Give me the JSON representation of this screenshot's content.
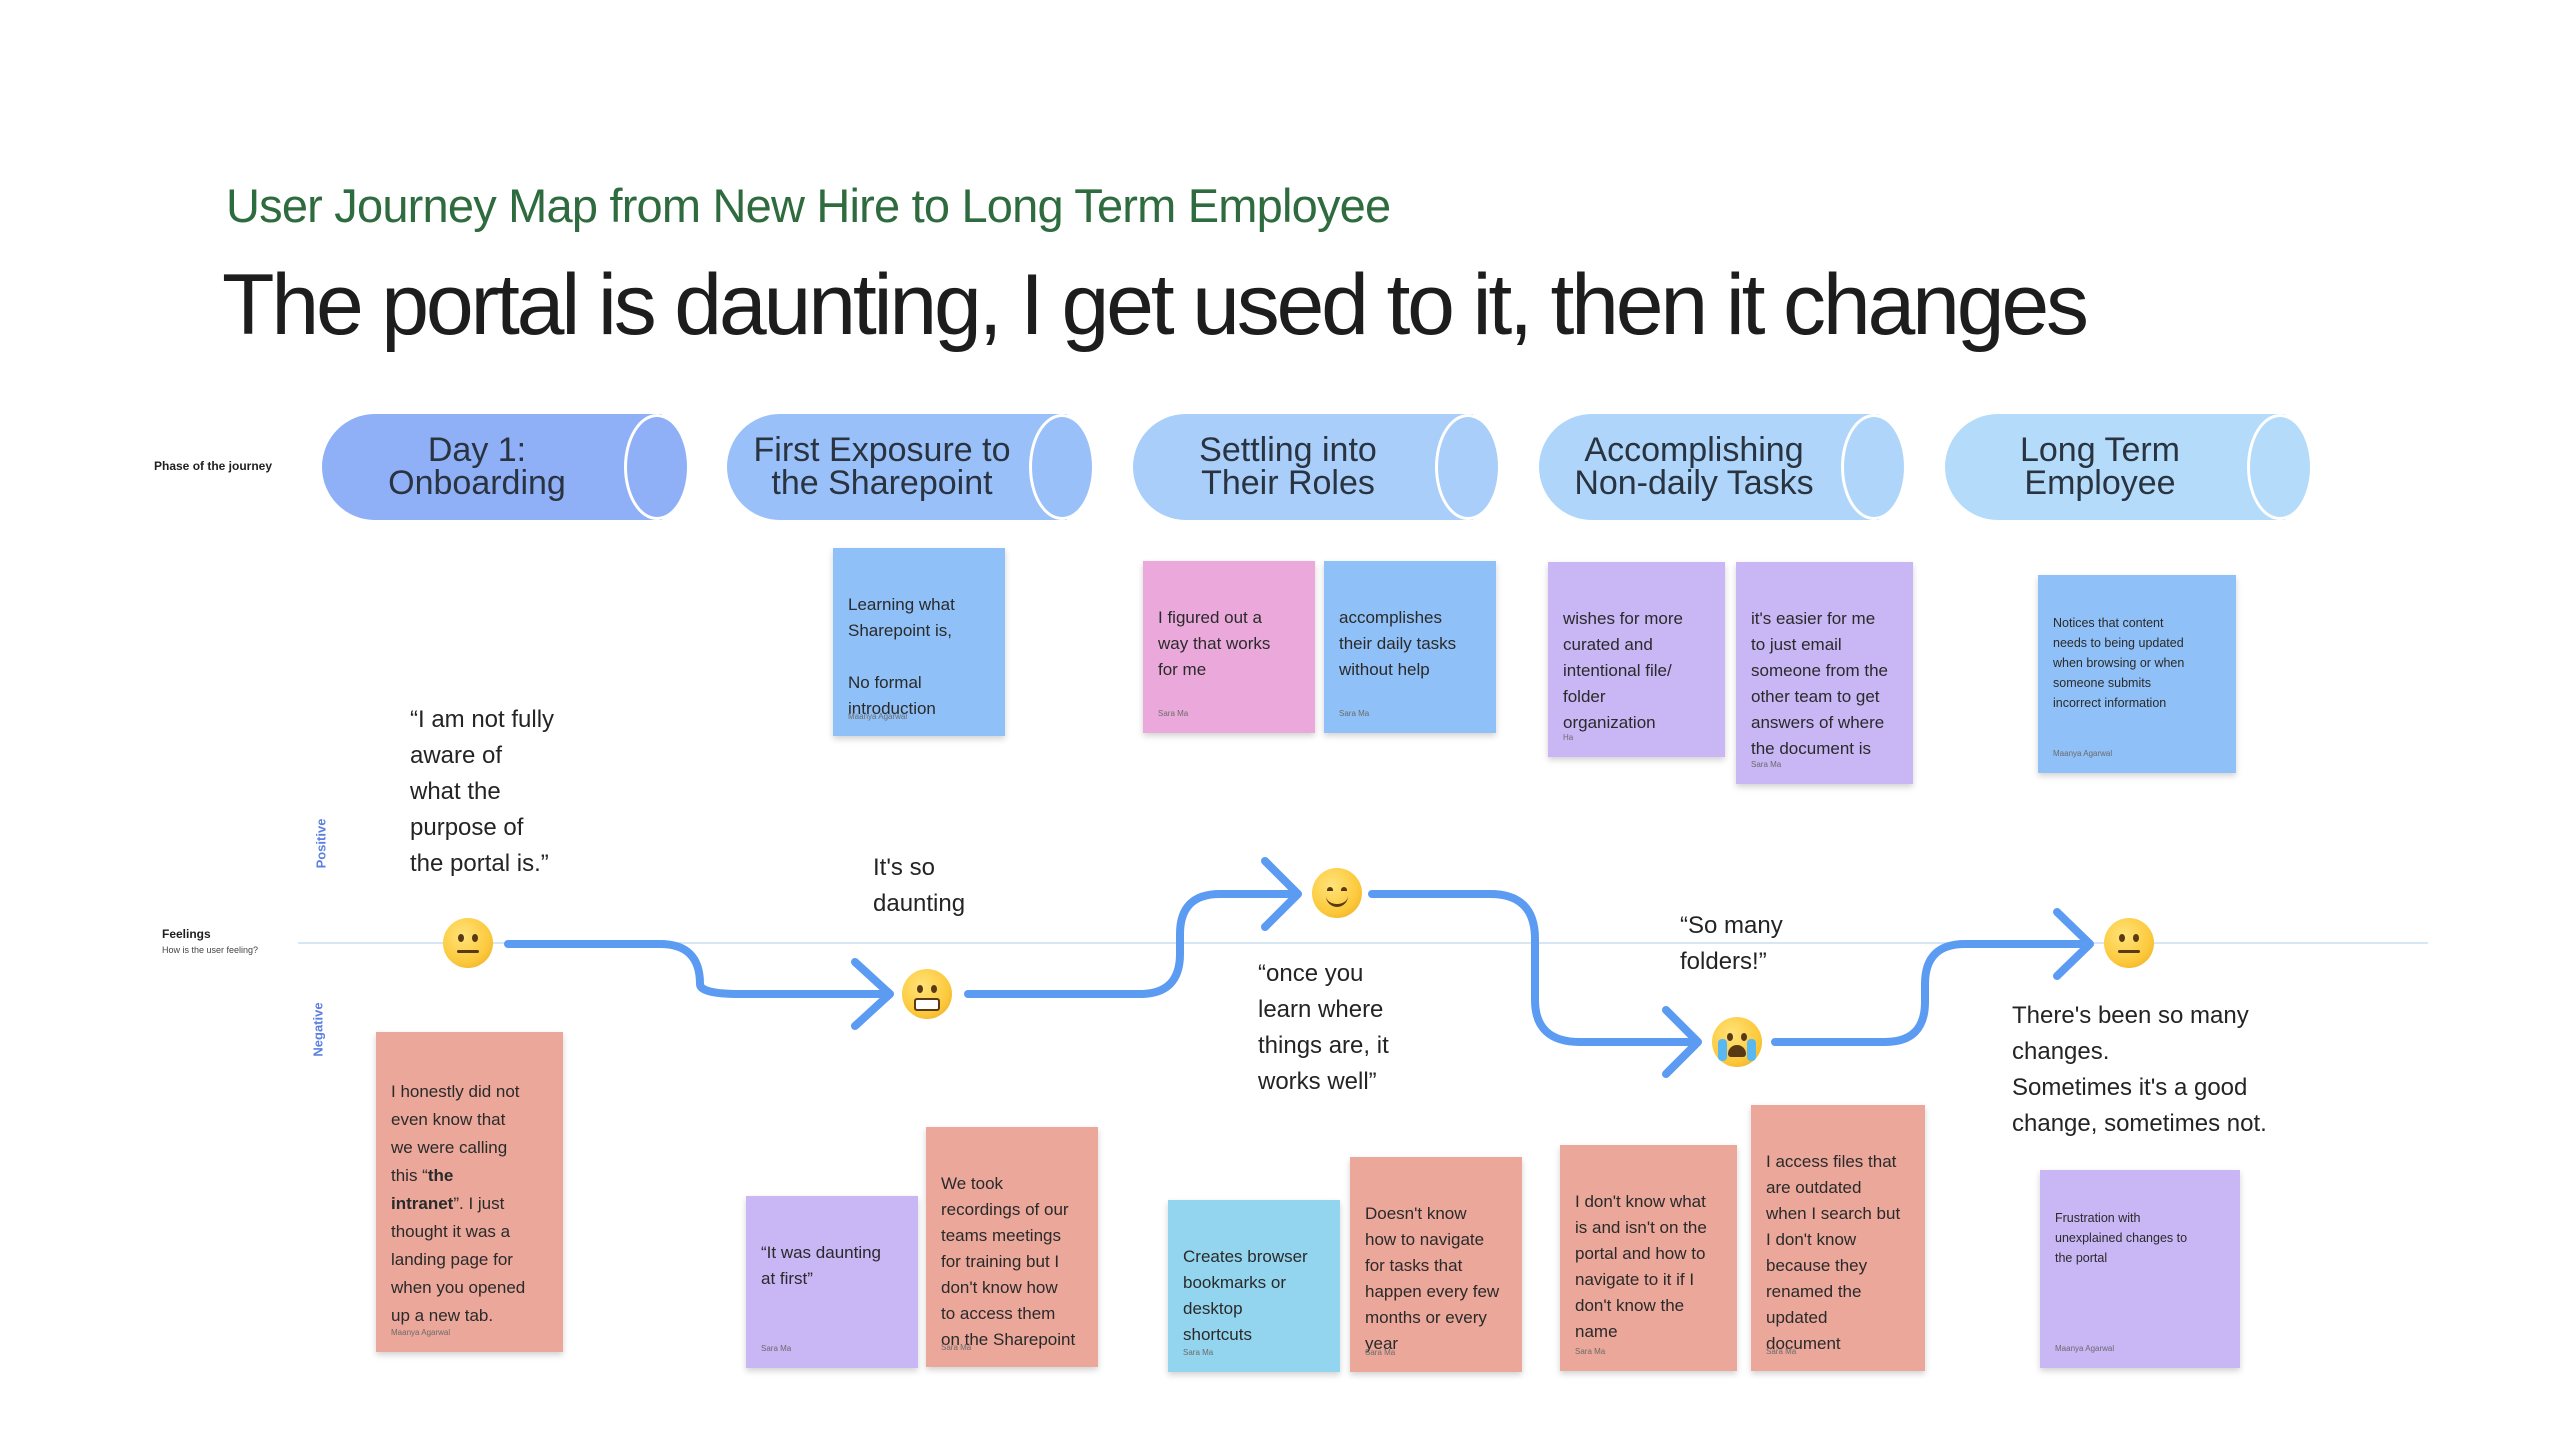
{
  "header": {
    "subtitle": "User Journey Map from New Hire to Long Term Employee",
    "title": "The portal is daunting, I get used to it, then it changes"
  },
  "axis": {
    "phase_label": "Phase of the journey",
    "feelings_label": "Feelings",
    "feelings_sub": "How is the user feeling?",
    "positive": "Positive",
    "negative": "Negative"
  },
  "colors": {
    "phase_1": "#8fb0f7",
    "phase_2": "#9ac0fa",
    "phase_3": "#a8cef9",
    "phase_4": "#afd6fa",
    "phase_5": "#b4dcfa",
    "flow_line": "#5b9bf2",
    "subtitle": "#2e6b3e"
  },
  "phases": [
    {
      "label": "Day 1:\nOnboarding"
    },
    {
      "label": "First Exposure to\nthe Sharepoint"
    },
    {
      "label": "Settling into\nTheir Roles"
    },
    {
      "label": "Accomplishing\nNon-daily Tasks"
    },
    {
      "label": "Long Term\nEmployee"
    }
  ],
  "notes": {
    "n1": {
      "text": "Learning what\nSharepoint is,\n\nNo formal\nintroduction",
      "author": "Maanya Agarwal"
    },
    "n2": {
      "text": "I figured out a\nway that works\nfor me",
      "author": "Sara Ma"
    },
    "n3": {
      "text": "accomplishes\ntheir daily tasks\nwithout help",
      "author": "Sara Ma"
    },
    "n4": {
      "text": "wishes for more\ncurated and\nintentional file/\nfolder\norganization",
      "author": "Ha"
    },
    "n5": {
      "text": "it's easier for me\nto just email\nsomeone from the\nother team to get\nanswers of where\nthe document is",
      "author": "Sara Ma"
    },
    "n6": {
      "text": "Notices that content\nneeds to being updated\nwhen browsing or when\nsomeone submits\nincorrect information",
      "author": "Maanya Agarwal"
    },
    "n7": {
      "pre": "I honestly did not\neven know that\nwe were calling\nthis “",
      "bold": "the\nintranet",
      "post": "”. I just\nthought it was a\nlanding page for\nwhen you opened\nup a new tab.",
      "author": "Maanya Agarwal"
    },
    "n8": {
      "text": "“It was daunting\nat first”",
      "author": "Sara Ma"
    },
    "n9": {
      "text": "We took\nrecordings of our\nteams meetings\nfor training but I\ndon't know how\nto access them\non the Sharepoint",
      "author": "Sara Ma"
    },
    "n10": {
      "text": "Creates browser\nbookmarks or\ndesktop\nshortcuts",
      "author": "Sara Ma"
    },
    "n11": {
      "text": "Doesn't know\nhow to navigate\nfor tasks that\nhappen every few\nmonths or every\nyear",
      "author": "Sara Ma"
    },
    "n12": {
      "text": "I don't know what\nis and isn't on the\nportal and how to\nnavigate to it if I\ndon't know the\nname",
      "author": "Sara Ma"
    },
    "n13": {
      "text": "I access files that\nare outdated\nwhen I search but\nI don't know\nbecause they\nrenamed the\nupdated\ndocument",
      "author": "Sara Ma"
    },
    "n14": {
      "text": "Frustration with\nunexplained changes to\nthe portal",
      "author": "Maanya Agarwal"
    }
  },
  "quotes": {
    "q1": "“I am not fully\naware of\nwhat the\npurpose of\nthe portal is.”",
    "q2": "It's so\ndaunting",
    "q3": "“once you\nlearn where\nthings are, it\nworks well”",
    "q4": "“So many\nfolders!”",
    "q5": "There's been so many\nchanges.\nSometimes it's a good\nchange, sometimes not."
  },
  "feelings": [
    {
      "phase": "Day 1",
      "emoji": "neutral-face"
    },
    {
      "phase": "First Exposure",
      "emoji": "grimacing-face"
    },
    {
      "phase": "Settling",
      "emoji": "smiling-face"
    },
    {
      "phase": "Non-daily Tasks",
      "emoji": "crying-face"
    },
    {
      "phase": "Long Term",
      "emoji": "neutral-face"
    }
  ]
}
